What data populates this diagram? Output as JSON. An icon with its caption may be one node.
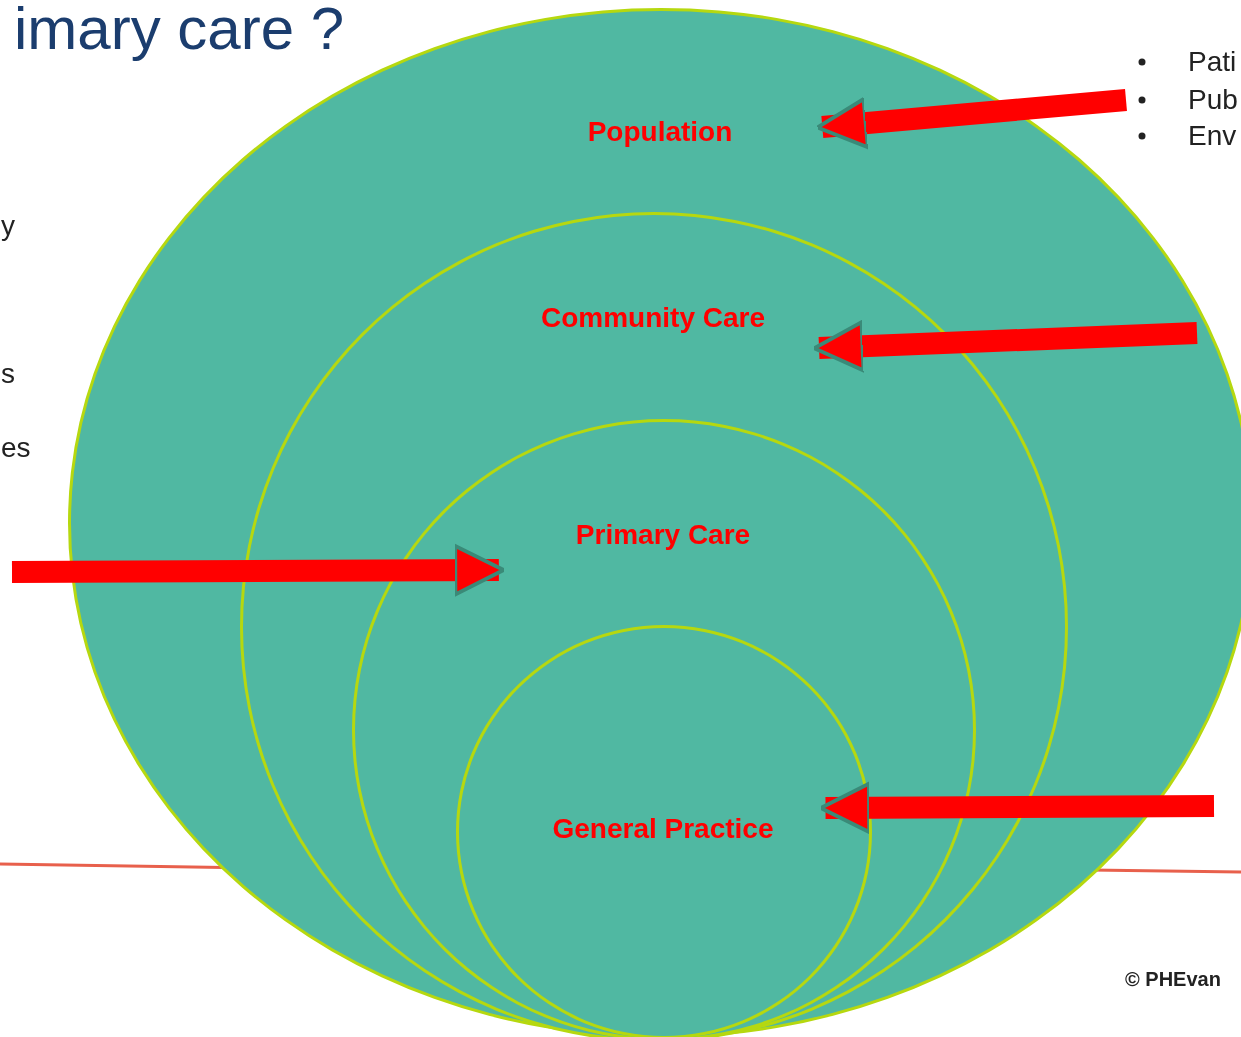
{
  "diagram": {
    "title": "imary care ?",
    "nodes": [
      {
        "text": [
          "Population"
        ]
      },
      {
        "text": [
          "Community Care"
        ],
        "in": 0
      },
      {
        "text": [
          "Primary Care"
        ],
        "in": 1
      },
      {
        "text": [
          "General Practice"
        ],
        "in": 2
      }
    ],
    "edges": [
      {
        "from": null,
        "to": 0,
        "arrow": "to"
      },
      {
        "from": null,
        "to": 1,
        "arrow": "to"
      },
      {
        "from": null,
        "to": 2,
        "arrow": "to"
      },
      {
        "from": null,
        "to": 3,
        "arrow": "to"
      }
    ],
    "labels": [
      "Pati",
      "Pub",
      "Env",
      "y",
      "s",
      "es",
      "© PHEvan"
    ]
  }
}
